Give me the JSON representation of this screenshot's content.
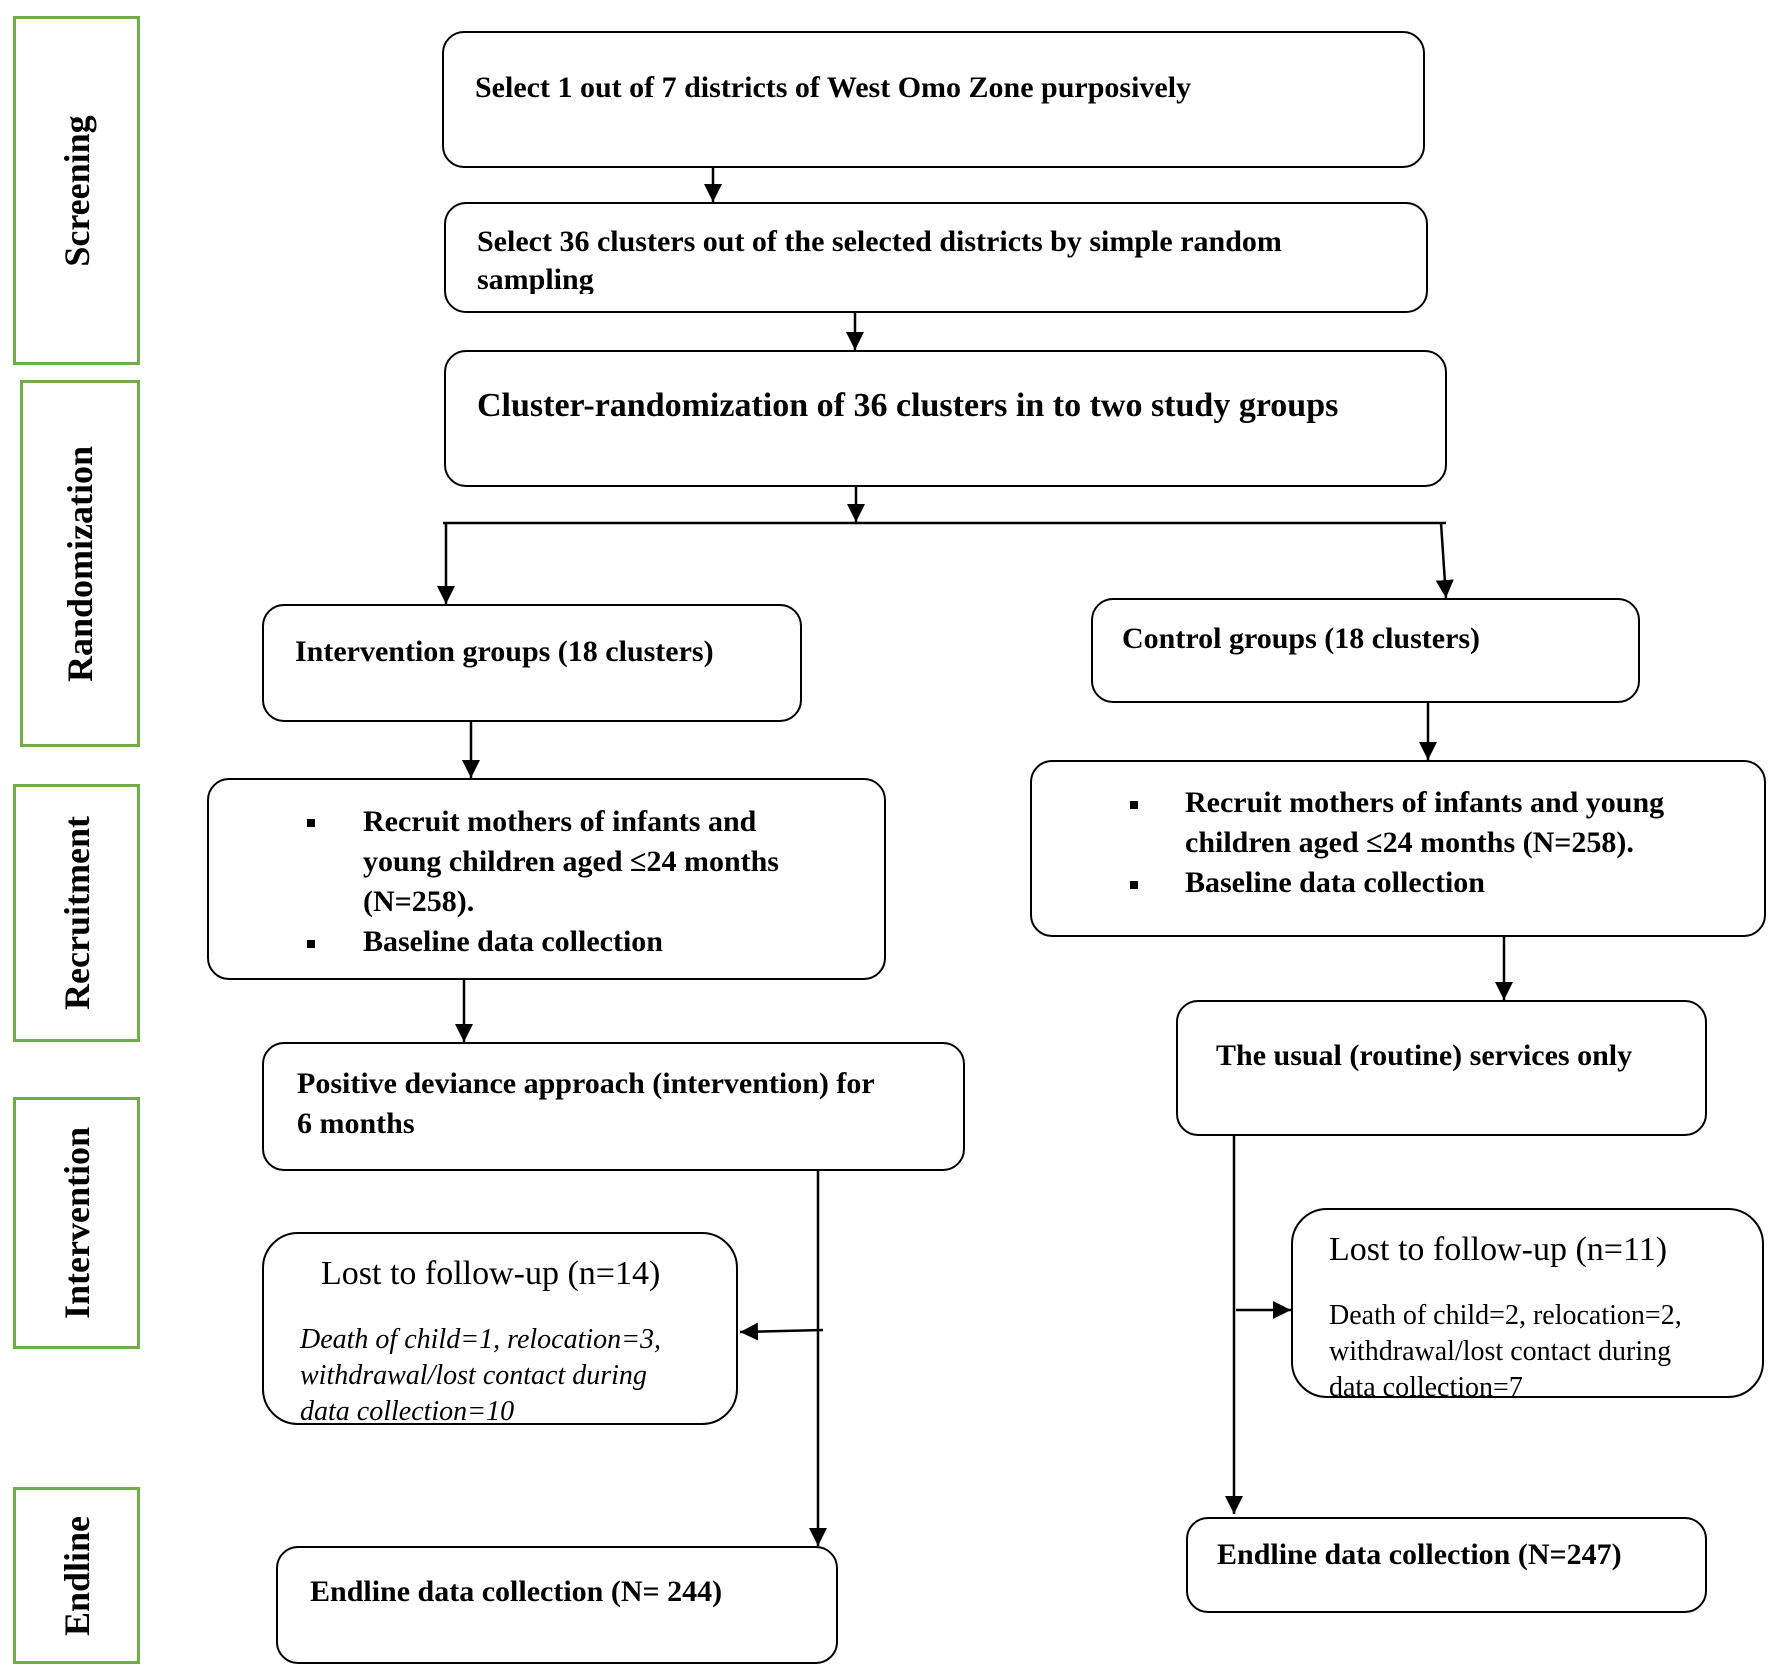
{
  "phases": {
    "screening": "Screening",
    "randomization": "Randomization",
    "recruitment": "Recruitment",
    "intervention": "Intervention",
    "endline": "Endline"
  },
  "steps": {
    "select_district": "Select 1 out of 7 districts of West Omo Zone purposively",
    "select_clusters_line1": "Select 36 clusters out of the selected districts by simple random",
    "select_clusters_line2": "sampling",
    "randomization": "Cluster-randomization of 36 clusters in to two study groups"
  },
  "intervention_arm": {
    "group": "Intervention groups (18 clusters)",
    "recruit_line1": "Recruit mothers of infants and",
    "recruit_line2": "young children aged ≤24 months",
    "recruit_line3": "(N=258).",
    "baseline": "Baseline data collection",
    "approach_line1": "Positive deviance approach (intervention) for",
    "approach_line2": "6 months",
    "lost_title": "Lost to follow-up (n=14)",
    "lost_line1": "Death of child=1, relocation=3,",
    "lost_line2": "withdrawal/lost contact during",
    "lost_line3": "data collection=10",
    "endline": "Endline data collection (N= 244)"
  },
  "control_arm": {
    "group": "Control groups (18 clusters)",
    "recruit_line1": "Recruit mothers of infants and young",
    "recruit_line2": "children aged ≤24 months (N=258).",
    "baseline": "Baseline data collection",
    "routine": "The usual (routine) services only",
    "lost_title": "Lost to follow-up (n=11)",
    "lost_line1": "Death of child=2, relocation=2,",
    "lost_line2": "withdrawal/lost contact during",
    "lost_line3": "data collection=7",
    "endline": "Endline data collection (N=247)"
  },
  "colors": {
    "phase_border": "#70ad47",
    "line": "#000000"
  }
}
